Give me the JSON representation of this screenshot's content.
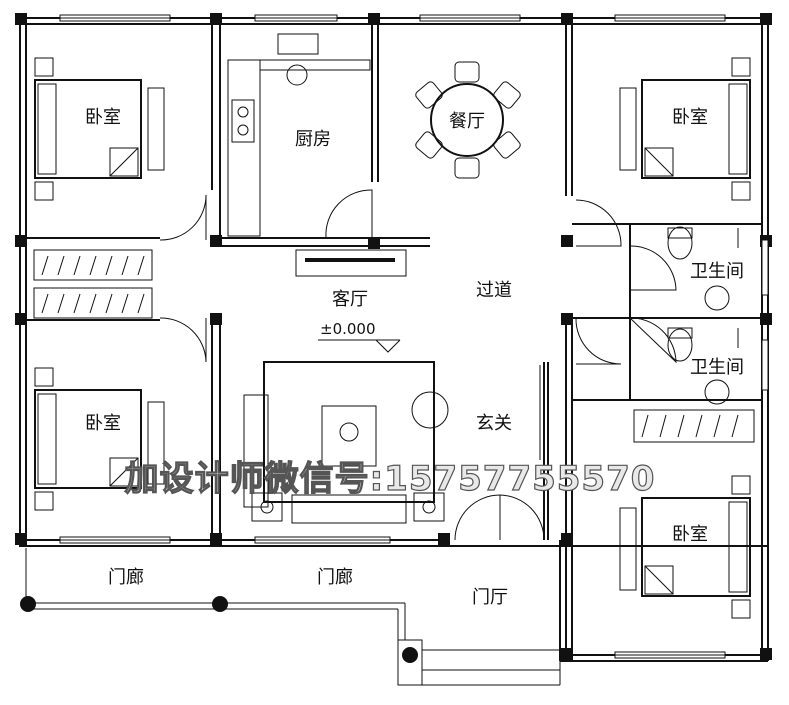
{
  "rooms": {
    "bedroom_tl": "卧室",
    "kitchen": "厨房",
    "dining": "餐厅",
    "bedroom_tr": "卧室",
    "bath_1": "卫生间",
    "living": "客厅",
    "corridor": "过道",
    "bath_2": "卫生间",
    "bedroom_bl": "卧室",
    "foyer": "玄关",
    "bedroom_br": "卧室",
    "porch_1": "门廊",
    "porch_2": "门廊",
    "entrance": "门厅"
  },
  "elevation": "±0.000",
  "watermark": "加设计师微信号:15757755570"
}
